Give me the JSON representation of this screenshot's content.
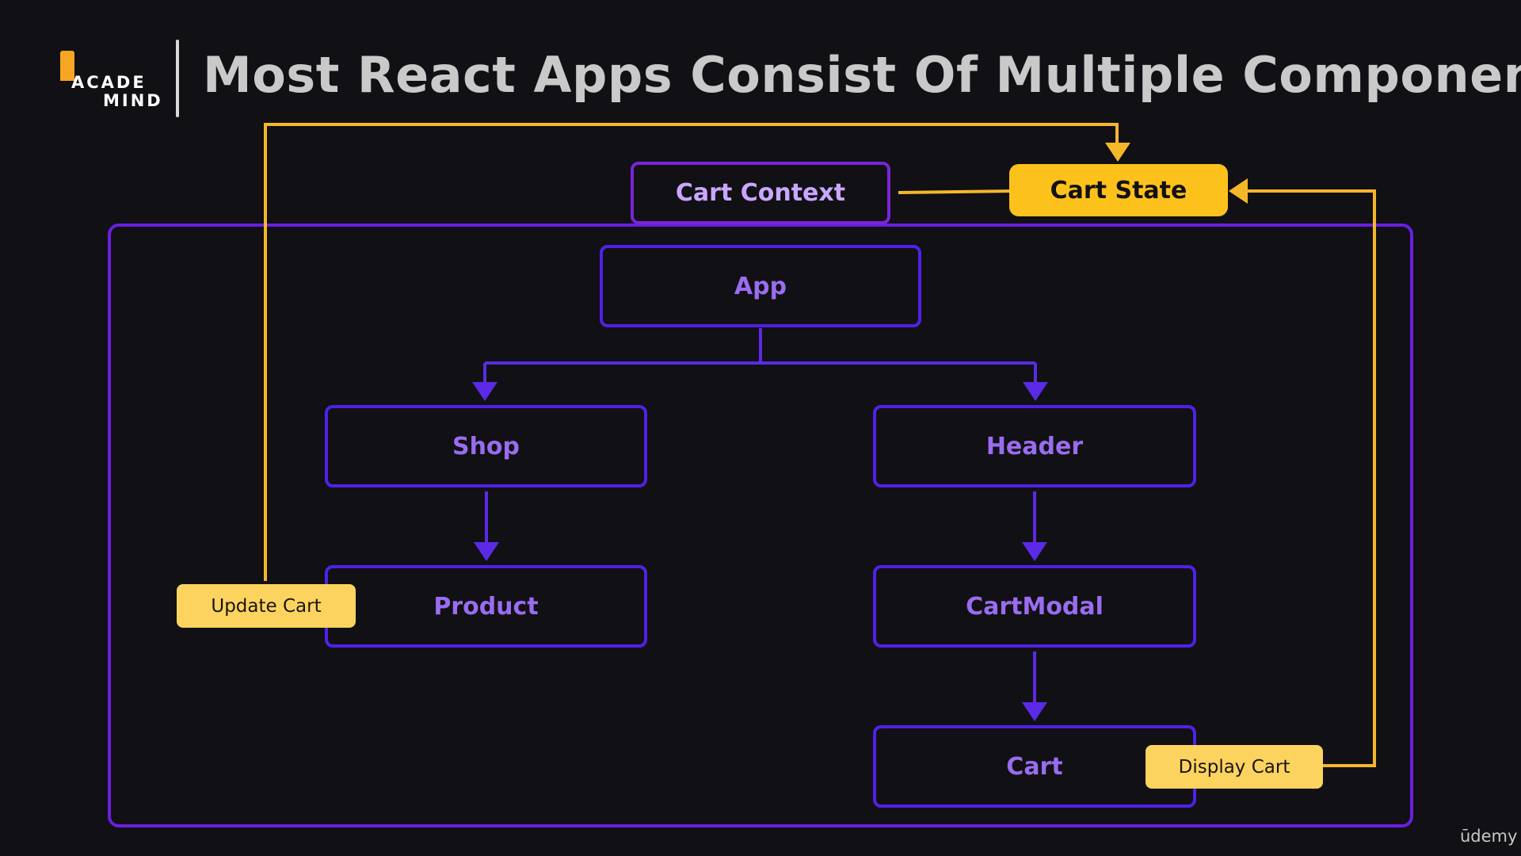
{
  "logo": {
    "line1": "ACADE",
    "line2": "MIND"
  },
  "title": "Most React Apps Consist Of Multiple Components",
  "nodes": {
    "cart_context": "Cart Context",
    "cart_state": "Cart State",
    "app": "App",
    "shop": "Shop",
    "header": "Header",
    "product": "Product",
    "cart_modal": "CartModal",
    "cart": "Cart"
  },
  "tags": {
    "update_cart": "Update Cart",
    "display_cart": "Display Cart"
  },
  "watermark": "ūdemy",
  "colors": {
    "background": "#111014",
    "component_border": "#4f21e8",
    "component_text": "#9a6cf0",
    "context_border": "#7a24d8",
    "state_fill": "#fcc21b",
    "tag_fill": "#fcd35e",
    "connector_yellow": "#f5b72a"
  }
}
